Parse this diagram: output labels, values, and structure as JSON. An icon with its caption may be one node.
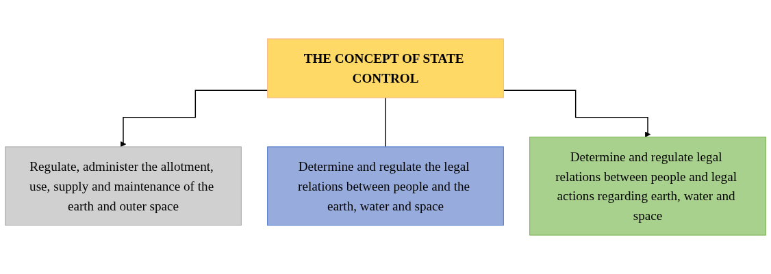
{
  "diagram": {
    "nodes": [
      {
        "text": [
          "THE CONCEPT OF STATE CONTROL"
        ]
      },
      {
        "text": [
          "Regulate, administer the allotment, use, supply and maintenance of the earth and outer space"
        ]
      },
      {
        "text": [
          "Determine and regulate the legal relations between people and the earth, water and space"
        ]
      },
      {
        "text": [
          "Determine and regulate legal relations between people and legal actions regarding earth, water and space"
        ]
      }
    ],
    "edges": [
      {
        "from": 0,
        "to": 1,
        "arrow": "to"
      },
      {
        "from": 0,
        "to": 2,
        "arrow": "none"
      },
      {
        "from": 0,
        "to": 3,
        "arrow": "to"
      }
    ]
  }
}
